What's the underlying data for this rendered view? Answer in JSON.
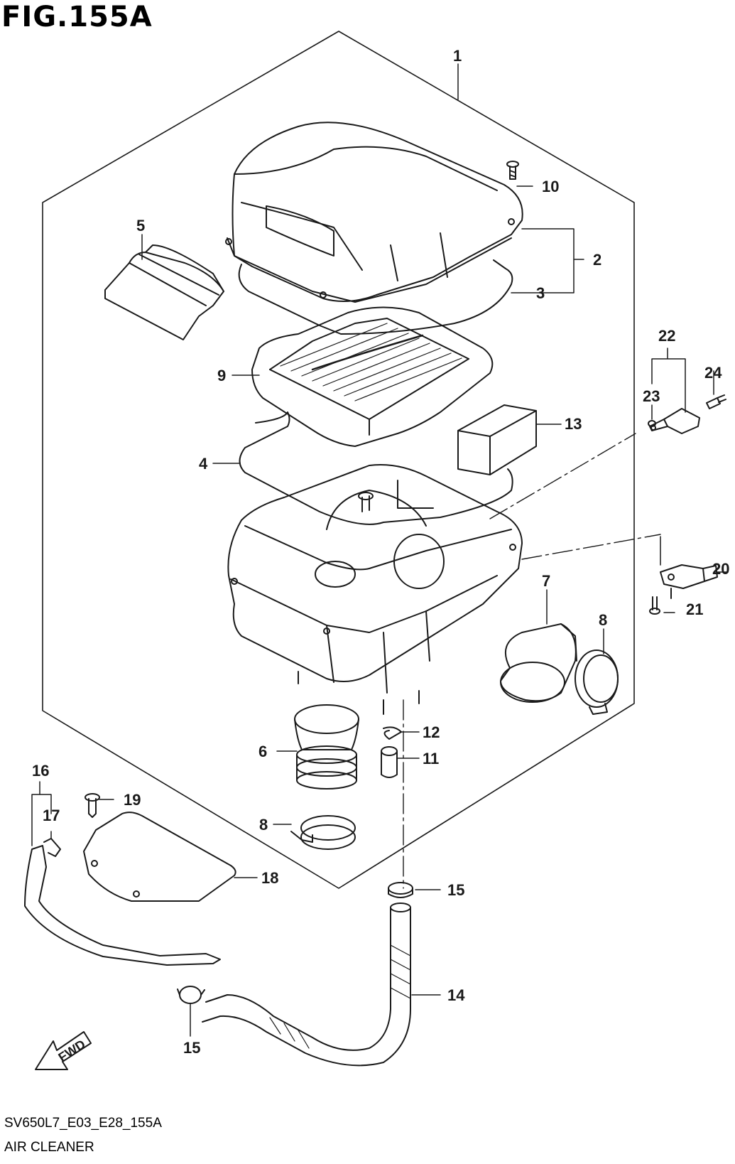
{
  "figure": {
    "title": "FIG.155A"
  },
  "footer": {
    "code": "SV650L7_E03_E28_155A",
    "caption": "AIR CLEANER"
  },
  "fwd_label": "FWD",
  "callouts": {
    "c1": "1",
    "c2": "2",
    "c3": "3",
    "c4": "4",
    "c5": "5",
    "c6": "6",
    "c7": "7",
    "c8a": "8",
    "c8b": "8",
    "c9": "9",
    "c10": "10",
    "c11": "11",
    "c12": "12",
    "c13": "13",
    "c14": "14",
    "c15a": "15",
    "c15b": "15",
    "c16": "16",
    "c17": "17",
    "c18": "18",
    "c19": "19",
    "c20": "20",
    "c21": "21",
    "c22": "22",
    "c23": "23",
    "c24": "24"
  },
  "colors": {
    "line": "#1a1a1a",
    "background": "#ffffff"
  }
}
